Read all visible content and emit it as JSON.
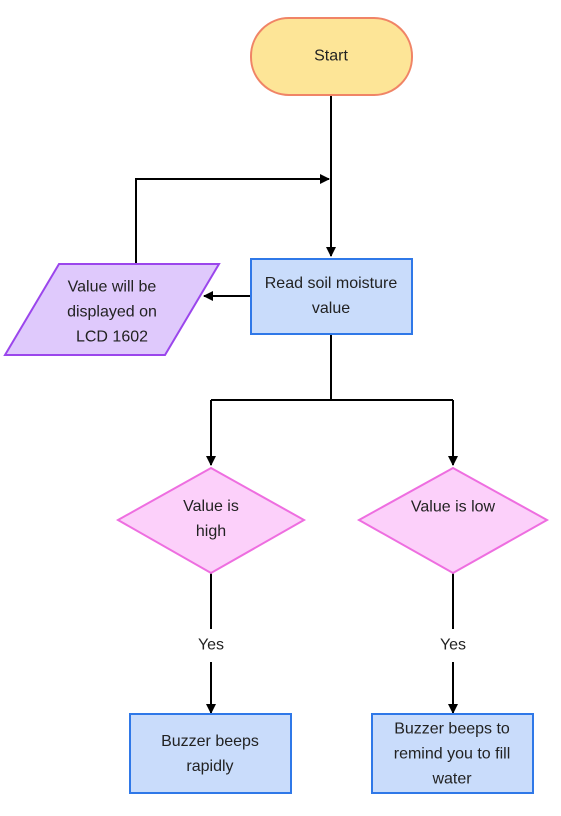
{
  "flowchart": {
    "start": {
      "text": [
        "Start"
      ]
    },
    "read": {
      "text": [
        "Read soil moisture",
        "value"
      ]
    },
    "display": {
      "text": [
        "Value will be",
        "displayed on",
        "LCD 1602"
      ]
    },
    "decision_high": {
      "text": [
        "Value is",
        "high"
      ]
    },
    "decision_low": {
      "text": [
        "Value is low"
      ]
    },
    "yes_left": "Yes",
    "yes_right": "Yes",
    "buzzer_rapid": {
      "text": [
        "Buzzer beeps",
        "rapidly"
      ]
    },
    "buzzer_water": {
      "text": [
        "Buzzer beeps to",
        "remind you to fill",
        "water"
      ]
    }
  },
  "colors": {
    "terminal_fill": "#fde597",
    "terminal_stroke": "#f08466",
    "process_fill": "#c9dcfb",
    "process_stroke": "#2f78e8",
    "io_fill": "#dfc9fc",
    "io_stroke": "#9b46ec",
    "decision_fill": "#fcd0fa",
    "decision_stroke": "#ee6ee0",
    "line": "#000000"
  }
}
